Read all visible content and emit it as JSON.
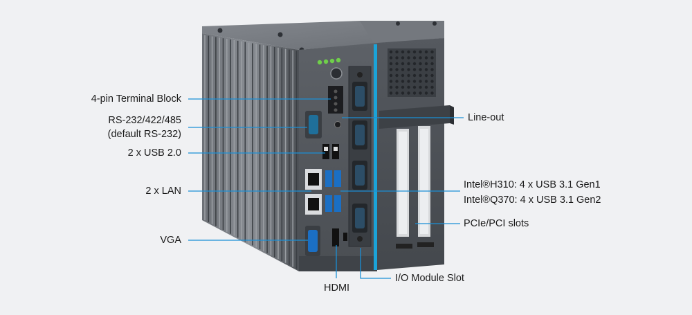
{
  "labels": {
    "terminal_block": "4-pin Terminal Block",
    "rs232_line1": "RS-232/422/485",
    "rs232_line2": "(default RS-232)",
    "usb20": "2 x USB 2.0",
    "lan": "2 x LAN",
    "vga": "VGA",
    "hdmi": "HDMI",
    "io_module_slot": "I/O Module Slot",
    "pcie_pci_slots": "PCIe/PCI slots",
    "usb31_h310": "Intel®H310: 4 x USB 3.1 Gen1",
    "usb31_q370": "Intel®Q370: 4 x USB 3.1 Gen2",
    "line_out": "Line-out"
  },
  "colors": {
    "background": "#f0f1f3",
    "callout_line": "#1a8fd6",
    "chassis": "#5a5e64",
    "accent_stripe": "#1ba3d8",
    "port_blue": "#1b6fc4",
    "led_green": "#6fcf4a"
  }
}
